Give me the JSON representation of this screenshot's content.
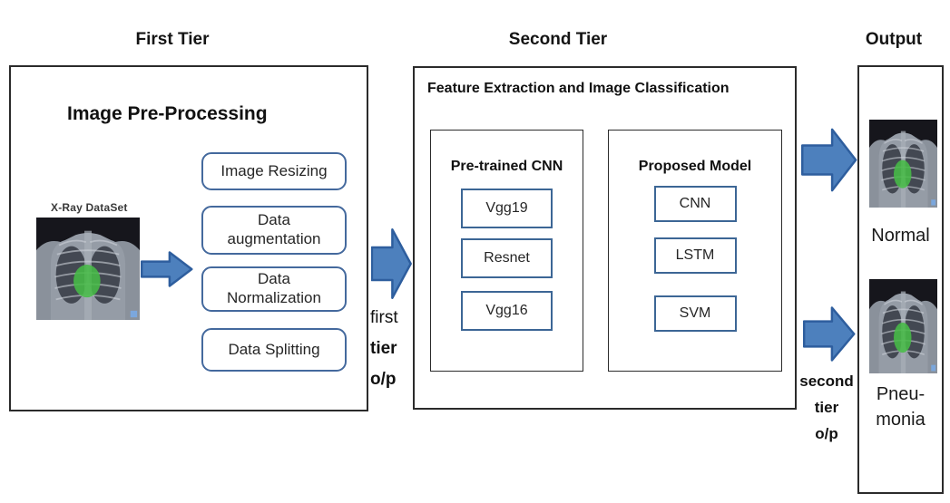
{
  "headers": {
    "first_tier": "First Tier",
    "second_tier": "Second Tier",
    "output": "Output"
  },
  "first_tier": {
    "title": "Image Pre-Processing",
    "dataset_label": "X-Ray DataSet",
    "dataset_image_icon": "chest-xray-with-green-highlight",
    "steps": [
      "Image Resizing",
      "Data augmentation",
      "Data Normalization",
      "Data Splitting"
    ]
  },
  "connectors": {
    "first_tier_output": {
      "line1": "first",
      "line2": "tier",
      "line3": "o/p"
    },
    "second_tier_output": {
      "line1": "second",
      "line2": "tier",
      "line3": "o/p"
    },
    "arrow_icon": "right-block-arrow"
  },
  "second_tier": {
    "title": "Feature Extraction and Image Classification",
    "groups": [
      {
        "title": "Pre-trained CNN",
        "items": [
          "Vgg19",
          "Resnet",
          "Vgg16"
        ]
      },
      {
        "title": "Proposed Model",
        "items": [
          "CNN",
          "LSTM",
          "SVM"
        ]
      }
    ]
  },
  "output": {
    "items": [
      {
        "label": "Normal",
        "image_icon": "chest-xray-with-green-highlight"
      },
      {
        "label_line1": "Pneu-",
        "label_line2": "monia",
        "image_icon": "chest-xray-with-green-highlight"
      }
    ]
  },
  "colors": {
    "arrow_fill": "#4d80bd",
    "arrow_stroke": "#2e5e9e",
    "process_box_border": "#44699d",
    "model_box_border": "#3c6695",
    "outline": "#2b2b2b",
    "highlight_green": "#47bb47"
  }
}
